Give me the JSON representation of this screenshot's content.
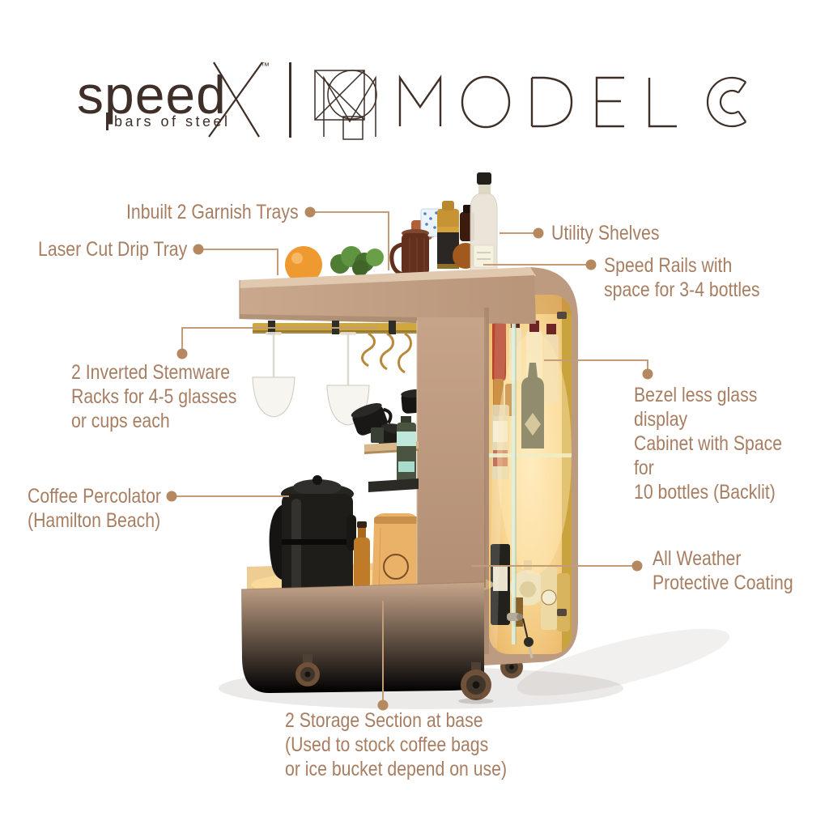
{
  "header": {
    "brand": {
      "word": "speed",
      "x_letter": "X",
      "trademark": "™",
      "tagline": "bars of steel"
    },
    "model": {
      "letters": [
        "M",
        "O",
        "D",
        "E",
        "L"
      ],
      "final_letter": "C",
      "text": "MODEL C"
    }
  },
  "callouts": [
    {
      "id": "garnish-trays",
      "side": "left",
      "text": "Inbuilt 2 Garnish Trays"
    },
    {
      "id": "drip-tray",
      "side": "left",
      "text": "Laser Cut Drip Tray"
    },
    {
      "id": "utility-shelves",
      "side": "right",
      "text": "Utility Shelves"
    },
    {
      "id": "speed-rails",
      "side": "right",
      "text": "Speed Rails with\nspace for 3-4 bottles"
    },
    {
      "id": "stemware-racks",
      "side": "left",
      "text": "2 Inverted Stemware\nRacks for 4-5 glasses\nor cups each"
    },
    {
      "id": "glass-cabinet",
      "side": "right",
      "text": "Bezel less glass display\nCabinet with Space for\n10 bottles (Backlit)"
    },
    {
      "id": "coffee-percolator",
      "side": "left",
      "text": "Coffee Percolator\n(Hamilton Beach)"
    },
    {
      "id": "protective-coating",
      "side": "right",
      "text": "All Weather\nProtective Coating"
    },
    {
      "id": "storage-sections",
      "side": "bottom",
      "text": "2 Storage Section at base\n(Used to stock coffee bags\nor ice bucket depend on use)"
    }
  ],
  "colors": {
    "label_text": "#a87e62",
    "leader_line": "#c59c78",
    "leader_dot": "#b5885f",
    "logo_ink": "#3e2f28",
    "cart_body": "#c3a188",
    "backlit_glow": "#f6d491"
  },
  "photo_subject": {
    "description": "C-shaped bar cart with backlit glass cabinet",
    "visible_items": [
      "whisky bottle",
      "cocktail shaker",
      "copper mug with straws",
      "orange",
      "garnish herbs",
      "hanging stemware glasses",
      "black mugs on S-hooks",
      "backlit bottles in glass cabinet",
      "coffee percolator",
      "coffee bags",
      "keys in cabinet lock",
      "caster wheels"
    ]
  }
}
